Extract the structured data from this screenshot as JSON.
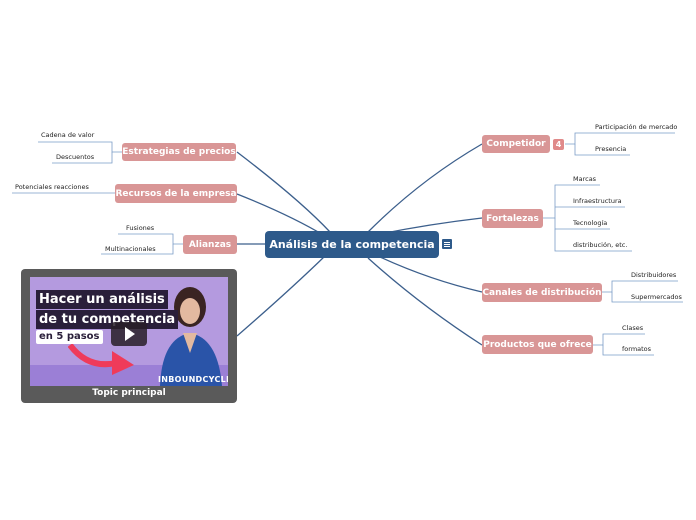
{
  "central": {
    "label": "Análisis de la competencia"
  },
  "left": {
    "estrategias": {
      "label": "Estrategias de precios",
      "leaves": [
        "Cadena de valor",
        "Descuentos"
      ]
    },
    "recursos": {
      "label": "Recursos de la empresa",
      "leaves": [
        "Potenciales reacciones"
      ]
    },
    "alianzas": {
      "label": "Alianzas",
      "leaves": [
        "Fusiones",
        "Multinacionales"
      ]
    },
    "topic": {
      "label": "Topic principal",
      "video": {
        "line1": "Hacer un análisis",
        "line2": "de tu competencia",
        "line3": "en 5 pasos",
        "logo": "INBOUNDCYCLE",
        "play_icon": "play-icon"
      }
    }
  },
  "right": {
    "competidor": {
      "label": "Competidor",
      "badge": "4",
      "leaves": [
        "Participación de mercado",
        "Presencia"
      ]
    },
    "fortalezas": {
      "label": "Fortalezas",
      "leaves": [
        "Marcas",
        "Infraestructura",
        "Tecnología",
        "distribución, etc."
      ]
    },
    "canales": {
      "label": "Canales de distribución",
      "leaves": [
        "Distribuidores",
        "Supermercados"
      ]
    },
    "productos": {
      "label": "Productos que ofrece",
      "leaves": [
        "Clases",
        "formatos"
      ]
    }
  },
  "colors": {
    "central": "#2e5a8a",
    "topic": "#d99696",
    "connector": "#3c5f8c",
    "leaf_line": "#7a9cc6"
  }
}
